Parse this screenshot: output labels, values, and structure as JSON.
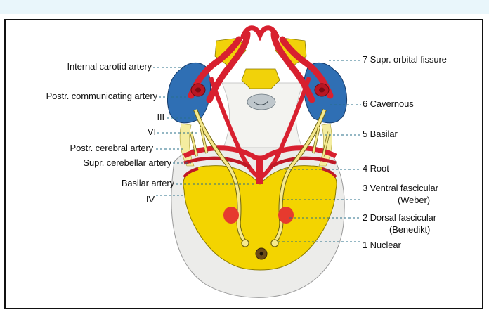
{
  "labels_left": {
    "internal_carotid": "Internal carotid artery",
    "post_communicating": "Postr. communicating artery",
    "nerve_iii": "III",
    "nerve_vi": "VI",
    "post_cerebral": "Postr. cerebral artery",
    "sup_cerebellar": "Supr. cerebellar artery",
    "basilar_artery": "Basilar artery",
    "nerve_iv": "IV"
  },
  "labels_right": {
    "s7": "7 Supr. orbital fissure",
    "s6": "6 Cavernous",
    "s5": "5 Basilar",
    "s4": "4 Root",
    "s3a": "3 Ventral fascicular",
    "s3b": "(Weber)",
    "s2a": "2 Dorsal fascicular",
    "s2b": "(Benedikt)",
    "s1": "1 Nuclear"
  },
  "colors": {
    "artery": "#d8202f",
    "artery_dark": "#8e1018",
    "sinus": "#2f6fb4",
    "brainstem": "#f3d400",
    "nerve": "#f6e98c",
    "nucleus_red": "#e63a2e",
    "bone": "#e7e7e3",
    "leader": "#2a6f8a"
  }
}
